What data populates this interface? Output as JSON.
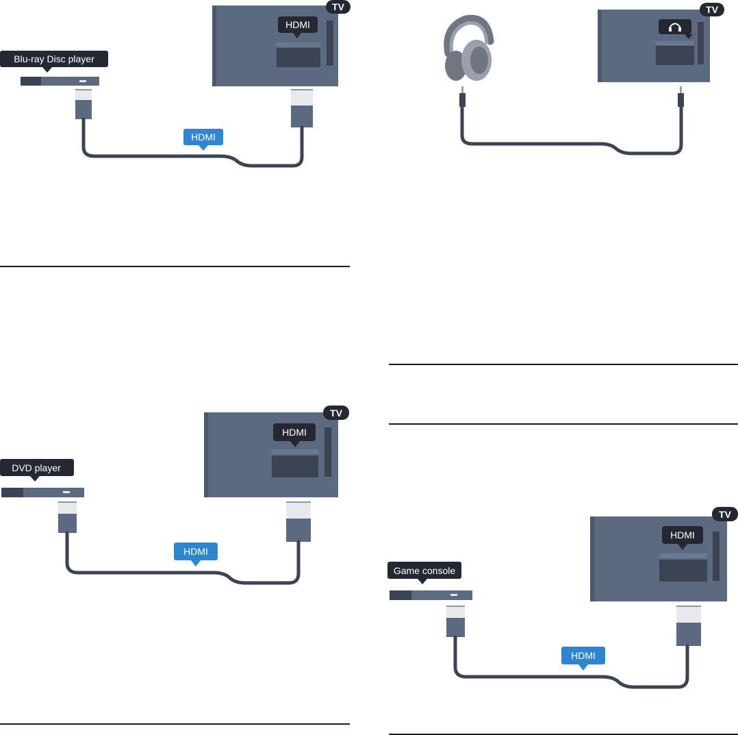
{
  "colors": {
    "tv_body": "#5b6981",
    "tv_shadow": "#4b586e",
    "tv_screen": "#3c4352",
    "tv_inner": "#6b7891",
    "label_dark": "#252833",
    "hdmi_blue": "#2f86cf",
    "cable": "#3c4352",
    "plug_light": "#e7e9ec",
    "device": "#5b6981",
    "device_dark": "#3c4352",
    "headphone": "#9aa1ab",
    "headphone_dark": "#6f7681"
  },
  "diagrams": {
    "bluray": {
      "device_label": "Blu-ray Disc player",
      "cable_label": "HDMI",
      "port_label": "HDMI",
      "tv_badge": "TV"
    },
    "headphones": {
      "tv_badge": "TV",
      "port_icon": "headphone-icon"
    },
    "dvd": {
      "device_label": "DVD player",
      "cable_label": "HDMI",
      "port_label": "HDMI",
      "tv_badge": "TV"
    },
    "game": {
      "device_label": "Game console",
      "cable_label": "HDMI",
      "port_label": "HDMI",
      "tv_badge": "TV"
    }
  }
}
